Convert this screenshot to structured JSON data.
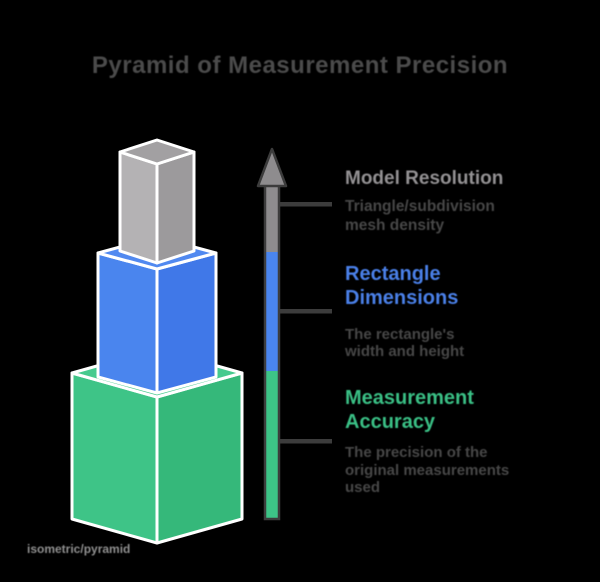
{
  "title": "Pyramid of Measurement Precision",
  "watermark": "isometric/pyramid",
  "colors": {
    "background": "#000000",
    "title_text": "#4b4b4b",
    "subtext": "#474747",
    "outline": "#3c3c3c",
    "edge": "#ffffff",
    "gray_top": "#a2a0a2",
    "gray_left": "#b4b2b4",
    "gray_right": "#9c9a9c",
    "blue_top": "#5189f0",
    "blue_left": "#4a85ee",
    "blue_right": "#4078e8",
    "green_top": "#46ca8e",
    "green_left": "#3ec487",
    "green_right": "#35b87a",
    "arrow_gray": "#8e8c8e",
    "arrow_blue": "#4a85ee",
    "arrow_green": "#3dc487",
    "gray_heading": "#939193",
    "blue_heading": "#4a80e8",
    "green_heading": "#3abf85"
  },
  "levels": [
    {
      "name": "top",
      "heading_lines": [
        "Model Resolution"
      ],
      "sub_lines": [
        "Triangle/subdivision",
        "mesh density"
      ]
    },
    {
      "name": "middle",
      "heading_lines": [
        "Rectangle",
        "Dimensions"
      ],
      "sub_lines": [
        "The rectangle's",
        "width and height"
      ]
    },
    {
      "name": "bottom",
      "heading_lines": [
        "Measurement",
        "Accuracy"
      ],
      "sub_lines": [
        "The precision of the",
        "original measurements",
        "used"
      ]
    }
  ]
}
